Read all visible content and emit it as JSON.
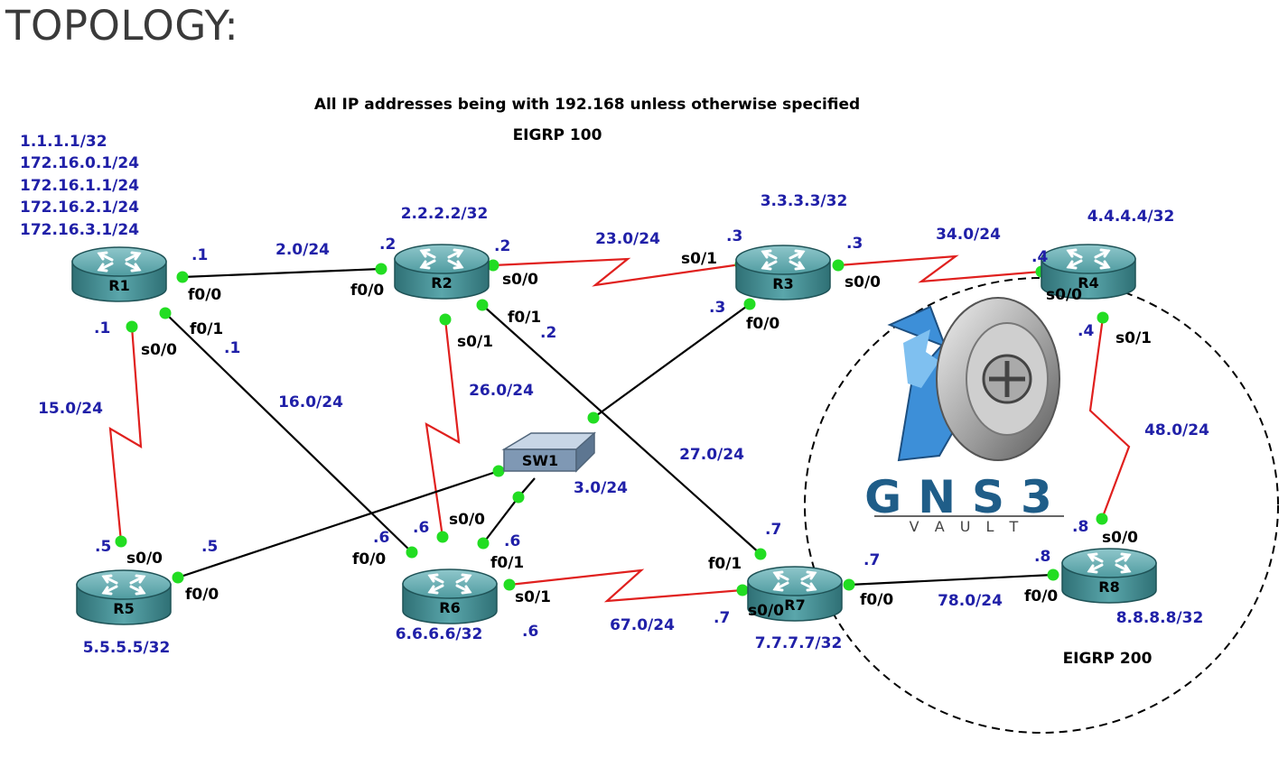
{
  "page_title": "TOPOLOGY:",
  "diagram": {
    "note": "All IP addresses being with 192.168 unless otherwise specified",
    "eigrp_100": "EIGRP 100",
    "eigrp_200": "EIGRP 200",
    "logo_text": "GNS3",
    "logo_sub": "V A U L T",
    "colors": {
      "serial": "#e0201e",
      "ethernet": "#000000",
      "port": "#22dd22",
      "label": "#2020a8",
      "router": "#3d8a8f"
    },
    "nodes": [
      {
        "id": "r1",
        "label": "R1"
      },
      {
        "id": "r2",
        "label": "R2"
      },
      {
        "id": "r3",
        "label": "R3"
      },
      {
        "id": "r4",
        "label": "R4"
      },
      {
        "id": "r5",
        "label": "R5"
      },
      {
        "id": "r6",
        "label": "R6"
      },
      {
        "id": "r7",
        "label": "R7"
      },
      {
        "id": "r8",
        "label": "R8"
      },
      {
        "id": "sw1",
        "label": "SW1"
      }
    ],
    "links": [
      {
        "id": "r1-r2",
        "type": "ethernet",
        "subnet": "2.0/24"
      },
      {
        "id": "r1-r5",
        "type": "serial",
        "subnet": "15.0/24"
      },
      {
        "id": "r1-r6",
        "type": "ethernet",
        "subnet": "16.0/24"
      },
      {
        "id": "r2-r3",
        "type": "serial",
        "subnet": "23.0/24"
      },
      {
        "id": "r2-r6",
        "type": "serial",
        "subnet": "26.0/24"
      },
      {
        "id": "r2-r7",
        "type": "ethernet",
        "subnet": "27.0/24"
      },
      {
        "id": "r3-r4",
        "type": "serial",
        "subnet": "34.0/24"
      },
      {
        "id": "r3-sw1",
        "type": "ethernet",
        "subnet": "3.0/24"
      },
      {
        "id": "r5-sw1",
        "type": "ethernet",
        "subnet": ""
      },
      {
        "id": "r6-sw1",
        "type": "ethernet",
        "subnet": ""
      },
      {
        "id": "r6-r7",
        "type": "serial",
        "subnet": "67.0/24"
      },
      {
        "id": "r4-r8",
        "type": "serial",
        "subnet": "48.0/24"
      },
      {
        "id": "r7-r8",
        "type": "ethernet",
        "subnet": "78.0/24"
      }
    ],
    "loopbacks": {
      "r1": [
        "1.1.1.1/32",
        "172.16.0.1/24",
        "172.16.1.1/24",
        "172.16.2.1/24",
        "172.16.3.1/24"
      ],
      "r2": "2.2.2.2/32",
      "r3": "3.3.3.3/32",
      "r4": "4.4.4.4/32",
      "r5": "5.5.5.5/32",
      "r6": "6.6.6.6/32",
      "r7": "7.7.7.7/32",
      "r8": "8.8.8.8/32"
    },
    "labels": [
      {
        "text": ".1",
        "color": "blue"
      },
      {
        "text": "f0/0",
        "color": "black"
      },
      {
        "text": ".2",
        "color": "blue"
      },
      {
        "text": "f0/0",
        "color": "black"
      },
      {
        "text": ".2",
        "color": "blue"
      },
      {
        "text": "s0/0",
        "color": "black"
      },
      {
        "text": ".3",
        "color": "blue"
      },
      {
        "text": "s0/1",
        "color": "black"
      },
      {
        "text": ".3",
        "color": "blue"
      },
      {
        "text": "s0/0",
        "color": "black"
      },
      {
        "text": ".4",
        "color": "blue"
      },
      {
        "text": "s0/0",
        "color": "black"
      },
      {
        "text": ".1",
        "color": "blue"
      },
      {
        "text": "s0/0",
        "color": "black"
      },
      {
        "text": "f0/1",
        "color": "black"
      },
      {
        "text": ".1",
        "color": "blue"
      },
      {
        "text": "s0/1",
        "color": "black"
      },
      {
        "text": "f0/1",
        "color": "black"
      },
      {
        "text": ".2",
        "color": "blue"
      },
      {
        "text": ".3",
        "color": "blue"
      },
      {
        "text": "f0/0",
        "color": "black"
      },
      {
        "text": ".4",
        "color": "blue"
      },
      {
        "text": "s0/1",
        "color": "black"
      },
      {
        "text": ".5",
        "color": "blue"
      },
      {
        "text": "s0/0",
        "color": "black"
      },
      {
        "text": ".5",
        "color": "blue"
      },
      {
        "text": "f0/0",
        "color": "black"
      },
      {
        "text": ".6",
        "color": "blue"
      },
      {
        "text": "f0/0",
        "color": "black"
      },
      {
        "text": ".6",
        "color": "blue"
      },
      {
        "text": "s0/0",
        "color": "black"
      },
      {
        "text": ".6",
        "color": "blue"
      },
      {
        "text": "f0/1",
        "color": "black"
      },
      {
        "text": "s0/1",
        "color": "black"
      },
      {
        "text": ".6",
        "color": "blue"
      },
      {
        "text": ".7",
        "color": "blue"
      },
      {
        "text": "f0/1",
        "color": "black"
      },
      {
        "text": ".7",
        "color": "blue"
      },
      {
        "text": "s0/0",
        "color": "black"
      },
      {
        "text": ".7",
        "color": "blue"
      },
      {
        "text": "f0/0",
        "color": "black"
      },
      {
        "text": ".8",
        "color": "blue"
      },
      {
        "text": "f0/0",
        "color": "black"
      },
      {
        "text": ".8",
        "color": "blue"
      },
      {
        "text": "s0/0",
        "color": "black"
      }
    ]
  }
}
